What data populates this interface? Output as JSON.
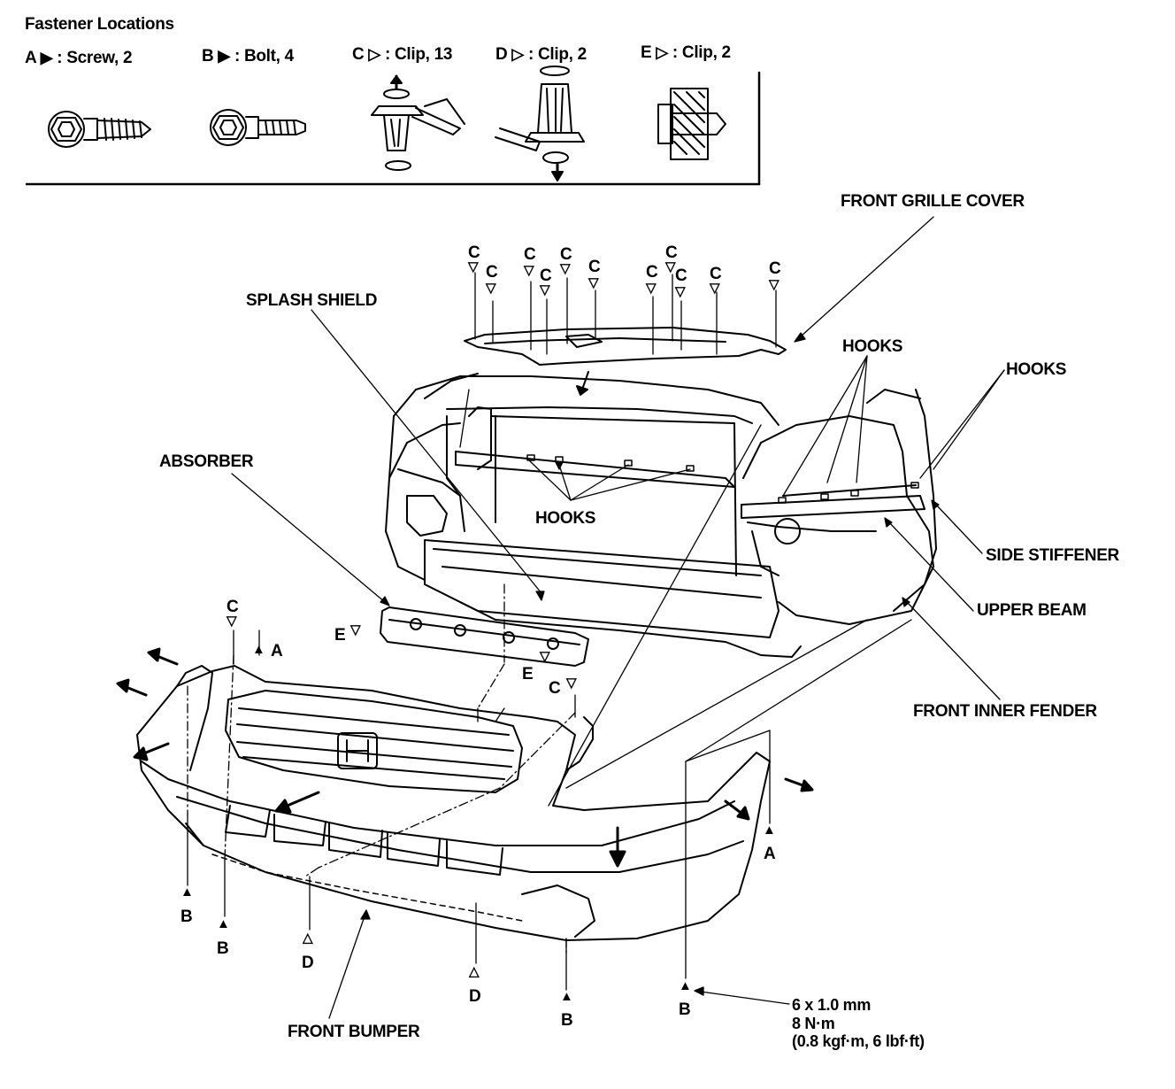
{
  "header": {
    "title": "Fastener Locations",
    "items": [
      {
        "letter": "A",
        "symbol": "▶",
        "text": ": Screw, 2"
      },
      {
        "letter": "B",
        "symbol": "▶",
        "text": ": Bolt, 4"
      },
      {
        "letter": "C",
        "symbol": "▷",
        "text": ": Clip, 13"
      },
      {
        "letter": "D",
        "symbol": "▷",
        "text": ": Clip, 2"
      },
      {
        "letter": "E",
        "symbol": "▷",
        "text": ": Clip, 2"
      }
    ]
  },
  "parts": {
    "front_grille_cover": "FRONT GRILLE COVER",
    "splash_shield": "SPLASH SHIELD",
    "hooks_right_1": "HOOKS",
    "hooks_right_2": "HOOKS",
    "hooks_center": "HOOKS",
    "absorber": "ABSORBER",
    "side_stiffener": "SIDE STIFFENER",
    "upper_beam": "UPPER BEAM",
    "front_inner_fender": "FRONT INNER FENDER",
    "front_bumper": "FRONT BUMPER"
  },
  "spec": {
    "line1": "6 x 1.0 mm",
    "line2": "8 N·m",
    "line3": "(0.8 kgf·m, 6 lbf·ft)"
  },
  "callouts": {
    "c": "C",
    "a": "A",
    "b": "B",
    "d": "D",
    "e": "E",
    "open_tri": "▽",
    "open_tri_up": "△",
    "solid_tri_up": "▲"
  }
}
